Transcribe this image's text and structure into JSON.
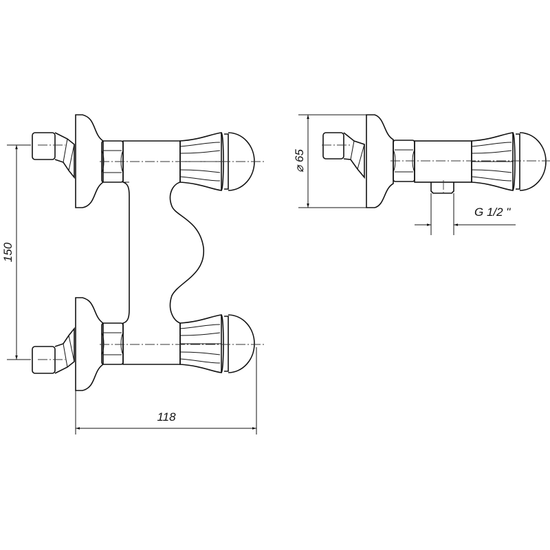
{
  "drawing": {
    "title": "Wall-mounted mixer dimension drawing",
    "front_view": {
      "dim_height_label": "150",
      "dim_width_label": "118"
    },
    "side_view": {
      "dim_diameter_label": "⌀ 65",
      "dim_thread_label": "G 1/2 \""
    },
    "colors": {
      "line": "#111111",
      "background": "#ffffff"
    }
  }
}
